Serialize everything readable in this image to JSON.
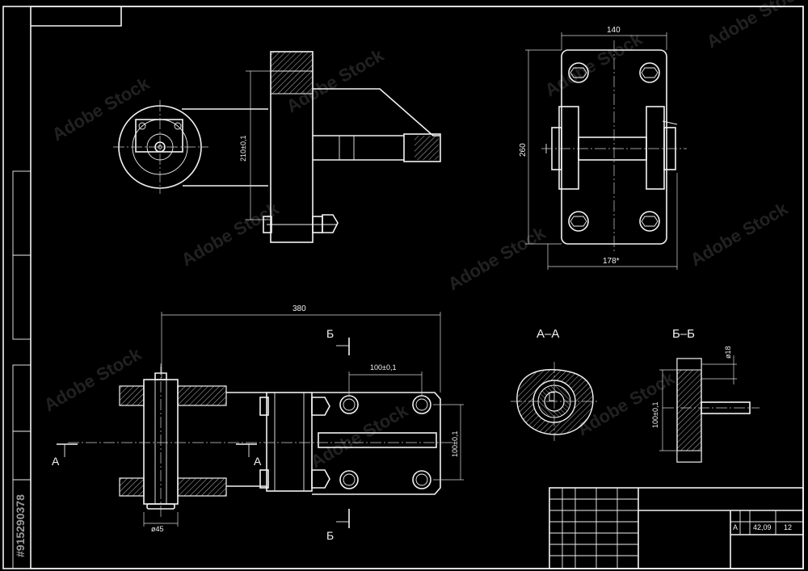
{
  "top_view": {
    "dim_height": "210±0,1"
  },
  "side_view": {
    "dim_width": "140",
    "dim_height": "260",
    "dim_bottom": "178*"
  },
  "front_view": {
    "dim_length": "380",
    "dim_hole_spacing": "100±0,1",
    "dim_vertical_spacing": "100±0,1",
    "dim_diameter": "ø45",
    "section_a_left": "A",
    "section_a_right": "A",
    "section_b_top": "Б",
    "section_b_bottom": "Б"
  },
  "section_aa": {
    "title": "А–А"
  },
  "section_bb": {
    "title": "Б–Б",
    "dim_diameter": "ø18",
    "dim_height": "100±0,1"
  },
  "title_block": {
    "letter": "A",
    "mass": "42,09",
    "scale": "12"
  },
  "watermark": {
    "brand": "Adobe Stock",
    "stock_id": "#915290378"
  }
}
